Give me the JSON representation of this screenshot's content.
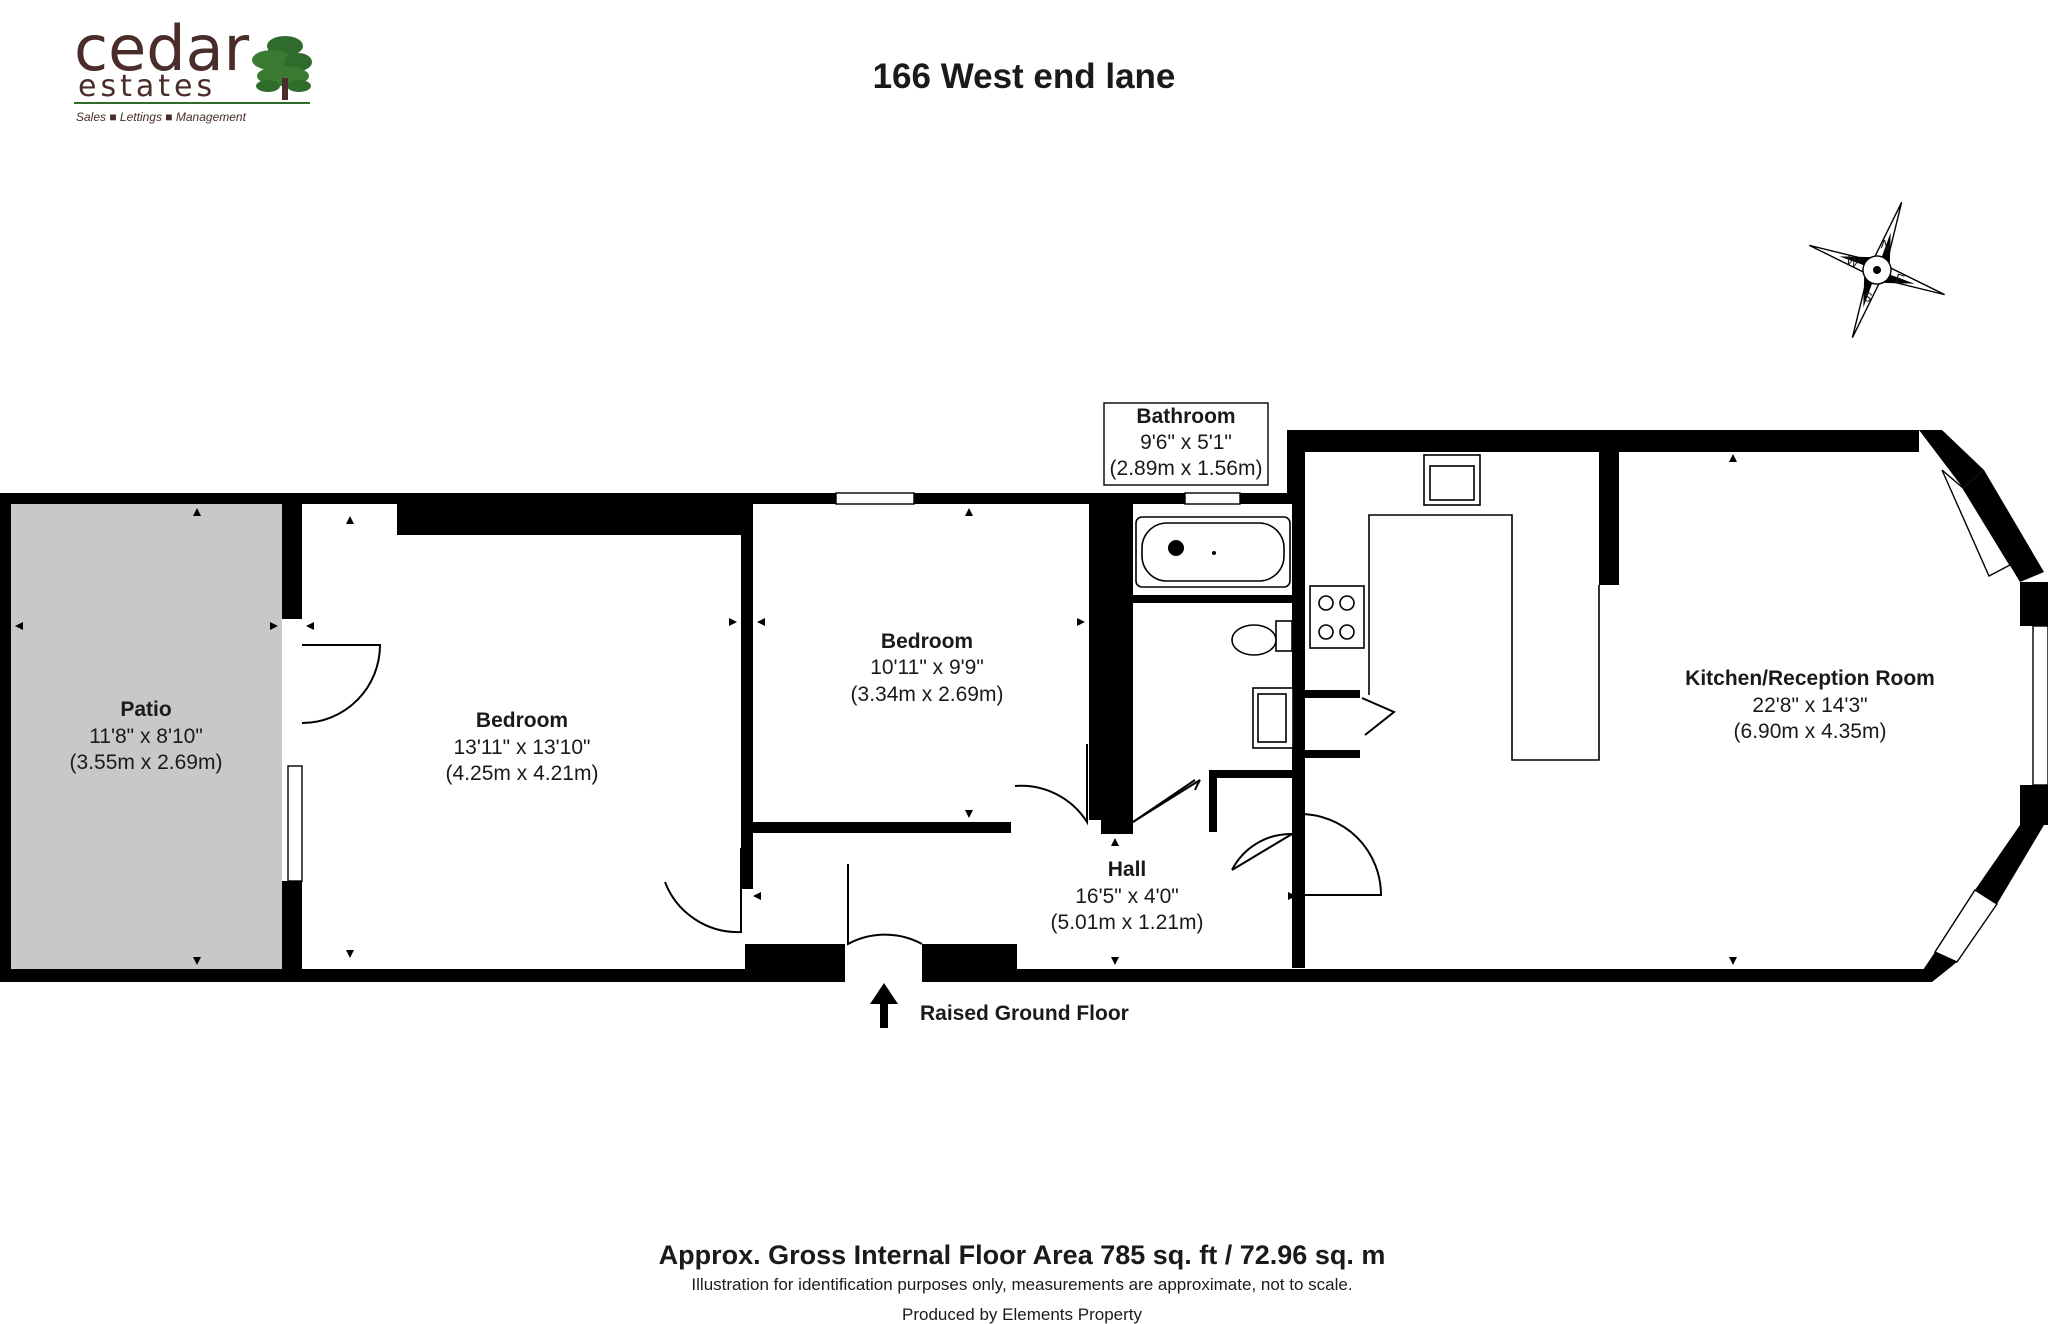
{
  "logo": {
    "name_top": "cedar",
    "name_bottom": "estates",
    "tagline": "Sales ■ Lettings ■ Management",
    "brand_color": "#4a2c2a",
    "tree_color": "#2f6b2a"
  },
  "title": "166 West end lane",
  "compass": {
    "n": "N",
    "e": "E",
    "s": "S",
    "w": "W"
  },
  "rooms": {
    "patio": {
      "name": "Patio",
      "imperial": "11'8\" x 8'10\"",
      "metric": "(3.55m x 2.69m)",
      "fill": "#c8c8c8"
    },
    "bedroom1": {
      "name": "Bedroom",
      "imperial": "13'11\" x 13'10\"",
      "metric": "(4.25m x 4.21m)"
    },
    "bedroom2": {
      "name": "Bedroom",
      "imperial": "10'11\" x 9'9\"",
      "metric": "(3.34m x 2.69m)"
    },
    "bathroom": {
      "name": "Bathroom",
      "imperial": "9'6\" x 5'1\"",
      "metric": "(2.89m x 1.56m)"
    },
    "kitchen": {
      "name": "Kitchen/Reception Room",
      "imperial": "22'8\" x 14'3\"",
      "metric": "(6.90m x 4.35m)"
    },
    "hall": {
      "name": "Hall",
      "imperial": "16'5\" x 4'0\"",
      "metric": "(5.01m x 1.21m)"
    }
  },
  "floor_label": "Raised Ground Floor",
  "footer": {
    "area": "Approx. Gross Internal Floor Area 785 sq. ft / 72.96 sq. m",
    "disclaimer": "Illustration for identification purposes only, measurements are approximate, not to scale.",
    "producer": "Produced by Elements Property"
  }
}
